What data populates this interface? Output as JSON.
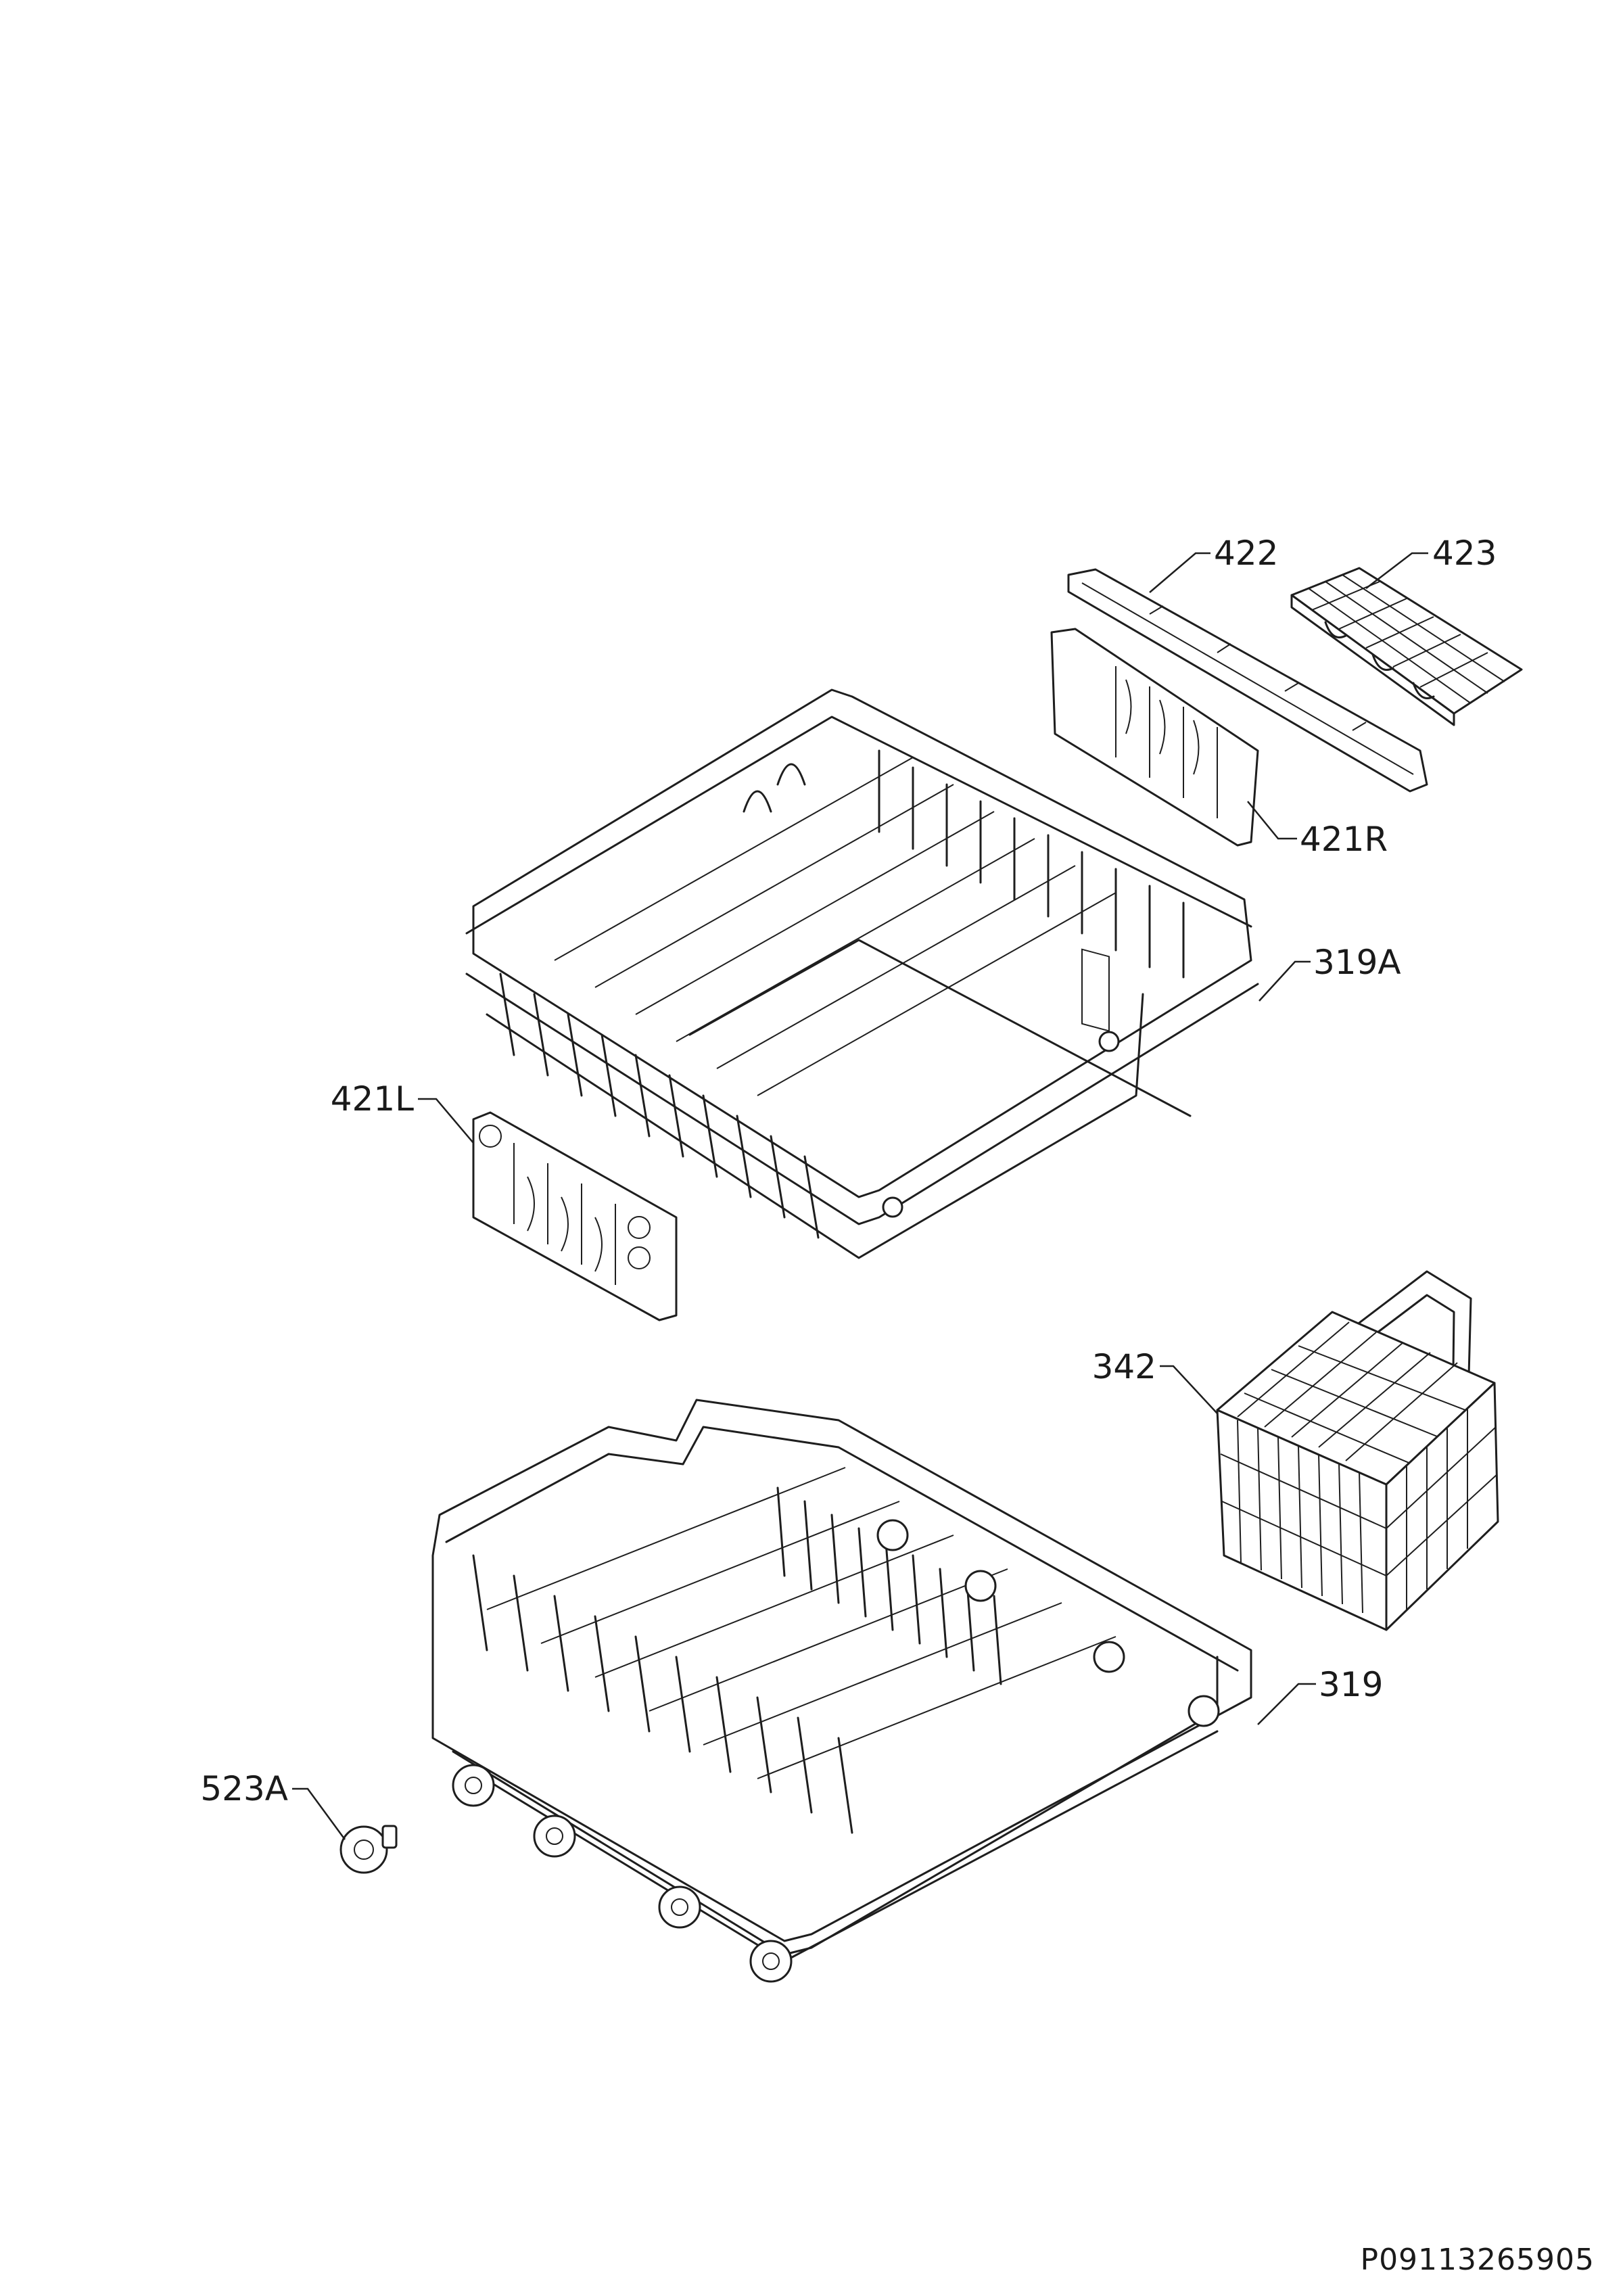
{
  "callouts": {
    "c422": "422",
    "c423": "423",
    "c421R": "421R",
    "c319A": "319A",
    "c421L": "421L",
    "c342": "342",
    "c319": "319",
    "c523A": "523A"
  },
  "document_number": "P09113265905"
}
